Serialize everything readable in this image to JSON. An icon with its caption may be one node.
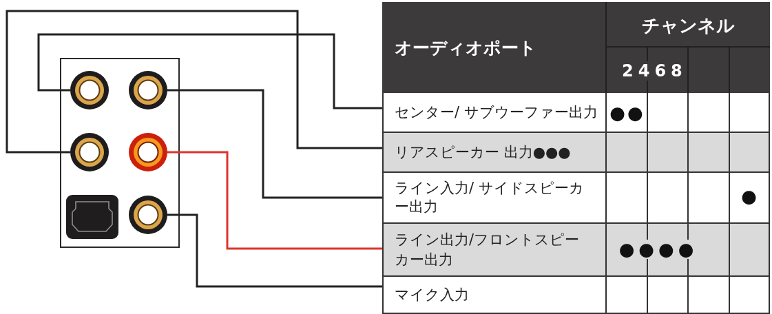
{
  "diagram": {
    "nodes": [
      {
        "text": [],
        "shape": "box"
      },
      {
        "text": [],
        "shape": "circle",
        "in": 0
      },
      {
        "text": [],
        "shape": "circle",
        "in": 0
      },
      {
        "text": [],
        "shape": "circle",
        "in": 0
      },
      {
        "text": [],
        "shape": "circle",
        "in": 0
      },
      {
        "text": [],
        "shape": "circle",
        "in": 0
      },
      {
        "text": [
          "センター/ サブウーファー出力"
        ]
      },
      {
        "text": [
          "リアスピーカー 出力●●●"
        ]
      },
      {
        "text": [
          "ライン入力/ サイドスピーカー出力"
        ]
      },
      {
        "text": [
          "ライン出力/フロントスピーカー出力"
        ]
      },
      {
        "text": [
          "マイク入力"
        ]
      }
    ],
    "edges": [
      {
        "from": 1,
        "to": 6,
        "arrow": "none"
      },
      {
        "from": 3,
        "to": 7,
        "arrow": "none"
      },
      {
        "from": 2,
        "to": 8,
        "arrow": "none"
      },
      {
        "from": 4,
        "to": 9,
        "arrow": "none",
        "color": "#e0332b"
      },
      {
        "from": 5,
        "to": 10,
        "arrow": "none"
      }
    ],
    "labels": [
      "オーディオポート",
      "チャンネル",
      "2468",
      "●●",
      "●",
      "●●●●"
    ]
  }
}
